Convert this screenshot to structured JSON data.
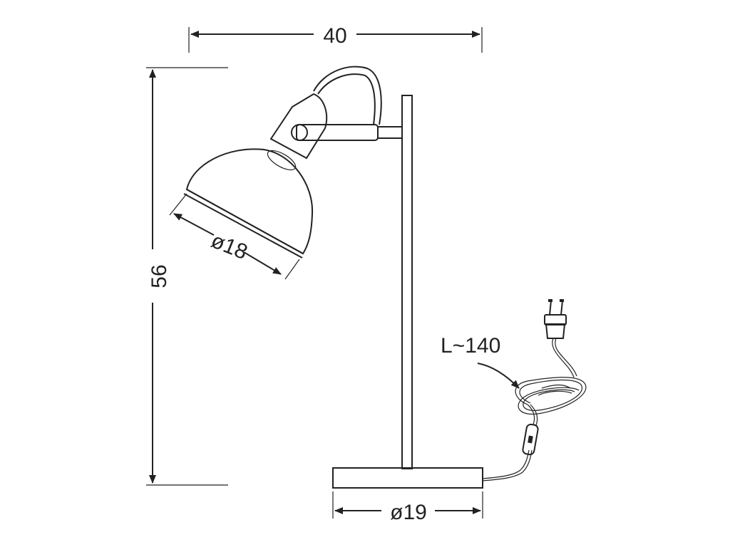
{
  "dimensions": {
    "width_label": "40",
    "height_label": "56",
    "shade_diameter_label": "ø18",
    "base_diameter_label": "ø19",
    "cable_length_label": "L~140"
  },
  "colors": {
    "line": "#222222",
    "background": "#ffffff"
  }
}
